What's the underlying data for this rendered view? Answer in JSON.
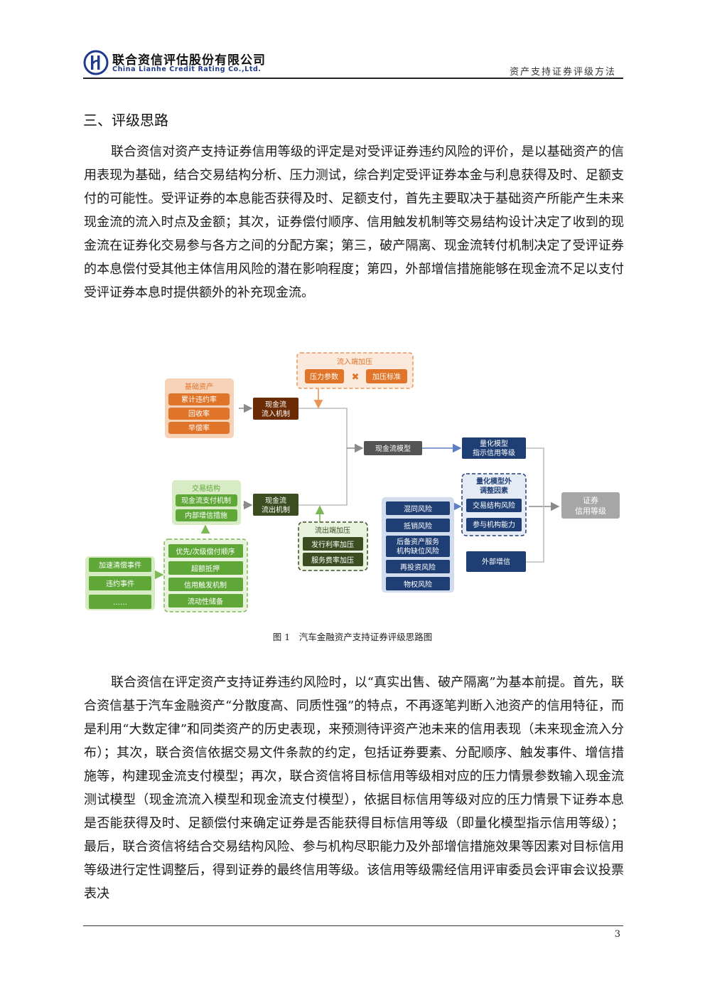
{
  "header": {
    "company_cn": "联合资信评估股份有限公司",
    "company_en": "China Lianhe Credit Rating Co.,Ltd.",
    "doc_title": "资产支持证券评级方法"
  },
  "section_title": "三、评级思路",
  "paragraph1": "联合资信对资产支持证券信用等级的评定是对受评证券违约风险的评价，是以基础资产的信用表现为基础，结合交易结构分析、压力测试，综合判定受评证券本金与利息获得及时、足额支付的可能性。受评证券的本息能否获得及时、足额支付，首先主要取决于基础资产所能产生未来现金流的流入时点及金额；其次，证券偿付顺序、信用触发机制等交易结构设计决定了收到的现金流在证券化交易参与各方之间的分配方案；第三，破产隔离、现金流转付机制决定了受评证券的本息偿付受其他主体信用风险的潜在影响程度；第四，外部增信措施能够在现金流不足以支付受评证券本息时提供额外的补充现金流。",
  "diagram": {
    "inflow_stress": {
      "title": "流入端加压",
      "item1": "压力参数",
      "op": "✖",
      "item2": "加压标准"
    },
    "base_assets": {
      "title": "基础资产",
      "items": [
        "累计违约率",
        "回收率",
        "早偿率"
      ]
    },
    "inflow_mech": {
      "line1": "现金流",
      "line2": "流入机制"
    },
    "cf_model": "现金流模型",
    "quant_rating": {
      "line1": "量化模型",
      "line2": "指示信用等级"
    },
    "trade_structure": {
      "title": "交易结构",
      "items": [
        "现金流支付机制",
        "内部增信措施"
      ]
    },
    "outflow_mech": {
      "line1": "现金流",
      "line2": "流出机制"
    },
    "adjust": {
      "line1": "量化模型外",
      "line2": "调整因素",
      "items": [
        "交易结构风险",
        "参与机构能力"
      ]
    },
    "final": {
      "line1": "证券",
      "line2": "信用等级"
    },
    "risks": [
      "混同风险",
      "抵销风险",
      "后备资产服务",
      "机构缺位风险",
      "再投资风险",
      "物权风险"
    ],
    "outflow_stress": {
      "title": "流出端加压",
      "items": [
        "发行利率加压",
        "服务费率加压"
      ]
    },
    "external": "外部增信",
    "events": [
      "加速清偿事件",
      "违约事件",
      "……"
    ],
    "structure_items": [
      "优先/次级偿付顺序",
      "超额抵押",
      "信用触发机制",
      "流动性储备"
    ]
  },
  "caption": "图 1　汽车金融资产支持证券评级思路图",
  "paragraph2": "联合资信在评定资产支持证券违约风险时，以“真实出售、破产隔离”为基本前提。首先，联合资信基于汽车金融资产“分散度高、同质性强”的特点，不再逐笔判断入池资产的信用特征，而是利用“大数定律”和同类资产的历史表现，来预测待评资产池未来的信用表现（未来现金流入分布）；其次，联合资信依据交易文件条款的约定，包括证券要素、分配顺序、触发事件、增信措施等，构建现金流支付模型；再次，联合资信将目标信用等级相对应的压力情景参数输入现金流测试模型（现金流流入模型和现金流支付模型），依据目标信用等级对应的压力情景下证券本息是否能获得及时、足额偿付来确定证券是否能获得目标信用等级（即量化模型指示信用等级）；最后，联合资信将结合交易结构风险、参与机构尽职能力及外部增信措施效果等因素对目标信用等级进行定性调整后，得到证券的最终信用等级。该信用等级需经信用评审委员会评审会议投票表决",
  "page_number": "3",
  "colors": {
    "orange": "#e07428",
    "orange_light": "#f6d3b8",
    "green": "#5fa838",
    "green_light": "#d7ebc4",
    "dark_green": "#3d4d22",
    "navy": "#1f3f74",
    "navy_light": "#d2dcec",
    "gray": "#545454",
    "gray_light": "#a6a6a6"
  }
}
